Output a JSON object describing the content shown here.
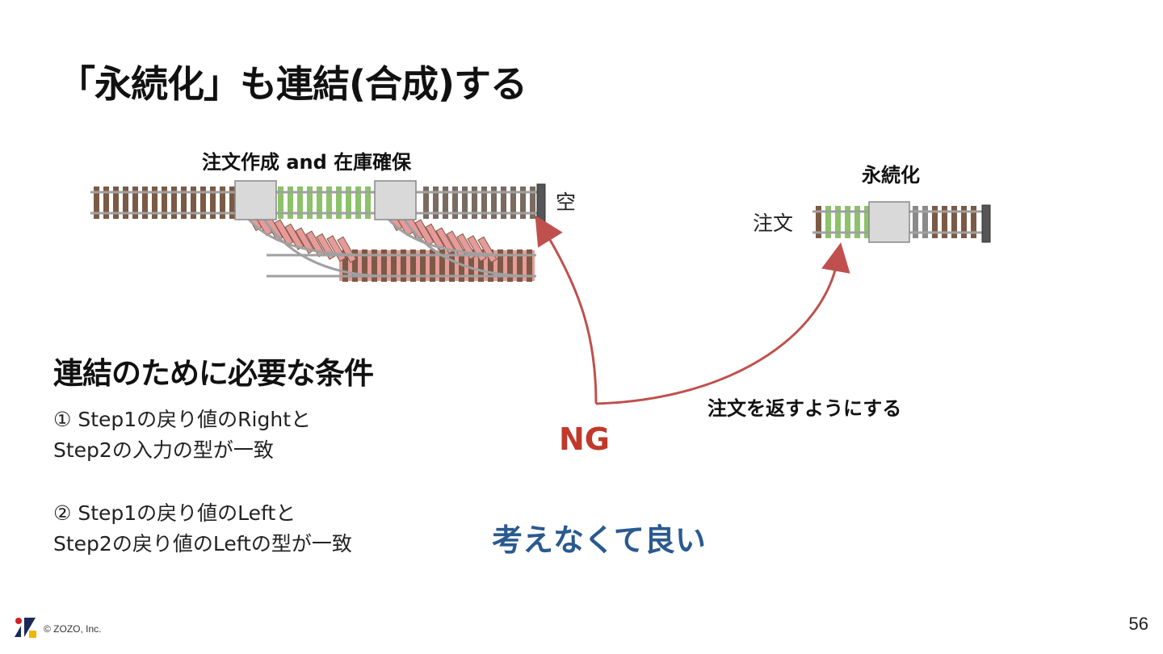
{
  "slide": {
    "title": "「永続化」も連結(合成)する",
    "page_number": "56",
    "copyright": "© ZOZO, Inc."
  },
  "diagram": {
    "left_label": "注文作成 and 在庫確保",
    "empty_label": "空",
    "right_label": "永続化",
    "order_label": "注文",
    "return_order_label": "注文を返すようにする",
    "ng_label": "NG",
    "no_need_label": "考えなくて良い"
  },
  "conditions": {
    "heading": "連結のために必要な条件",
    "items": [
      {
        "line1": "① Step1の戻り値のRightと",
        "line2": "Step2の入力の型が一致"
      },
      {
        "line1": "② Step1の戻り値のLeftと",
        "line2": "Step2の戻り値のLeftの型が一致"
      }
    ]
  },
  "colors": {
    "rail": "#8a8a8a",
    "tie_brown": "#7b5a45",
    "tie_green": "#8cc26a",
    "tie_red": "#e89a9a",
    "switch_box": "#d9d9d9",
    "arrow": "#c0504d",
    "ng": "#c0392b",
    "blue_text": "#2a5a8f"
  }
}
